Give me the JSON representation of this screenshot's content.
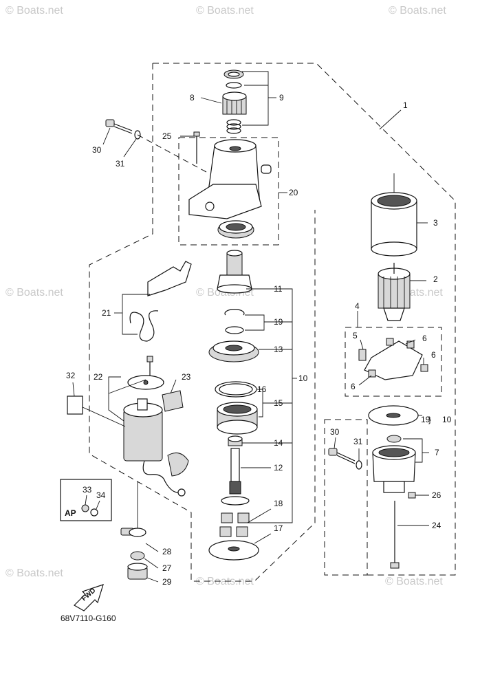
{
  "watermarks": {
    "top_left": "© Boats.net",
    "top_mid": "© Boats.net",
    "top_right": "© Boats.net",
    "mid_left": "© Boats.net",
    "mid_center": "© Boats.net",
    "mid_right": "© Boats.net",
    "bot_left": "© Boats.net",
    "bot_center": "© Boats.net",
    "bot_right": "© Boats.net"
  },
  "callouts": {
    "c1": "1",
    "c2": "2",
    "c3": "3",
    "c4": "4",
    "c5": "5",
    "c6a": "6",
    "c6b": "6",
    "c6c": "6",
    "c7": "7",
    "c8": "8",
    "c9": "9",
    "c10a": "10",
    "c10b": "10",
    "c11": "11",
    "c12": "12",
    "c13": "13",
    "c14": "14",
    "c15": "15",
    "c16": "16",
    "c17": "17",
    "c18": "18",
    "c19a": "19",
    "c19b": "19",
    "c20": "20",
    "c21": "21",
    "c22": "22",
    "c23": "23",
    "c24": "24",
    "c25": "25",
    "c26": "26",
    "c27": "27",
    "c28": "28",
    "c29": "29",
    "c30a": "30",
    "c30b": "30",
    "c31a": "31",
    "c31b": "31",
    "c32": "32",
    "c33": "33",
    "c34": "34"
  },
  "ap_label": "AP",
  "fwd_label": "FWD",
  "diagram_code": "68V7110-G160"
}
